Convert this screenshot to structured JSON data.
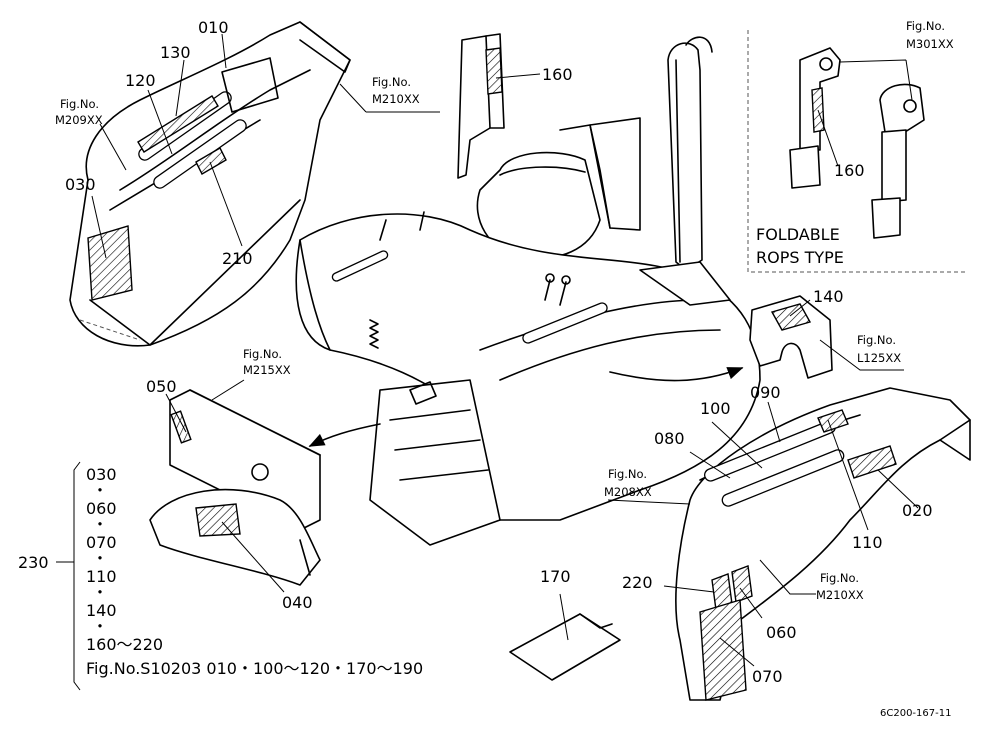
{
  "callouts": {
    "c010": "010",
    "c130": "130",
    "c120": "120",
    "c030": "030",
    "c210": "210",
    "c160_main": "160",
    "c160_rops": "160",
    "c140": "140",
    "c050": "050",
    "c040": "040",
    "c080": "080",
    "c100": "100",
    "c090": "090",
    "c110": "110",
    "c020": "020",
    "c220": "220",
    "c060": "060",
    "c070": "070",
    "c170": "170",
    "c230": "230"
  },
  "figrefs": {
    "fig_label": "Fig.No.",
    "m209": "M209XX",
    "m210_top": "M210XX",
    "m301": "M301XX",
    "l125": "L125XX",
    "m215": "M215XX",
    "m208": "M208XX",
    "m210_bottom": "M210XX"
  },
  "inset": {
    "line1": "FOLDABLE",
    "line2": "ROPS TYPE"
  },
  "legend": {
    "items": [
      "030",
      "060",
      "070",
      "110",
      "140",
      "160～220"
    ],
    "dot": "・",
    "s_line": "Fig.No.S10203  010・100～120・170～190"
  },
  "footer": {
    "drawing_code": "6C200-167-11"
  }
}
